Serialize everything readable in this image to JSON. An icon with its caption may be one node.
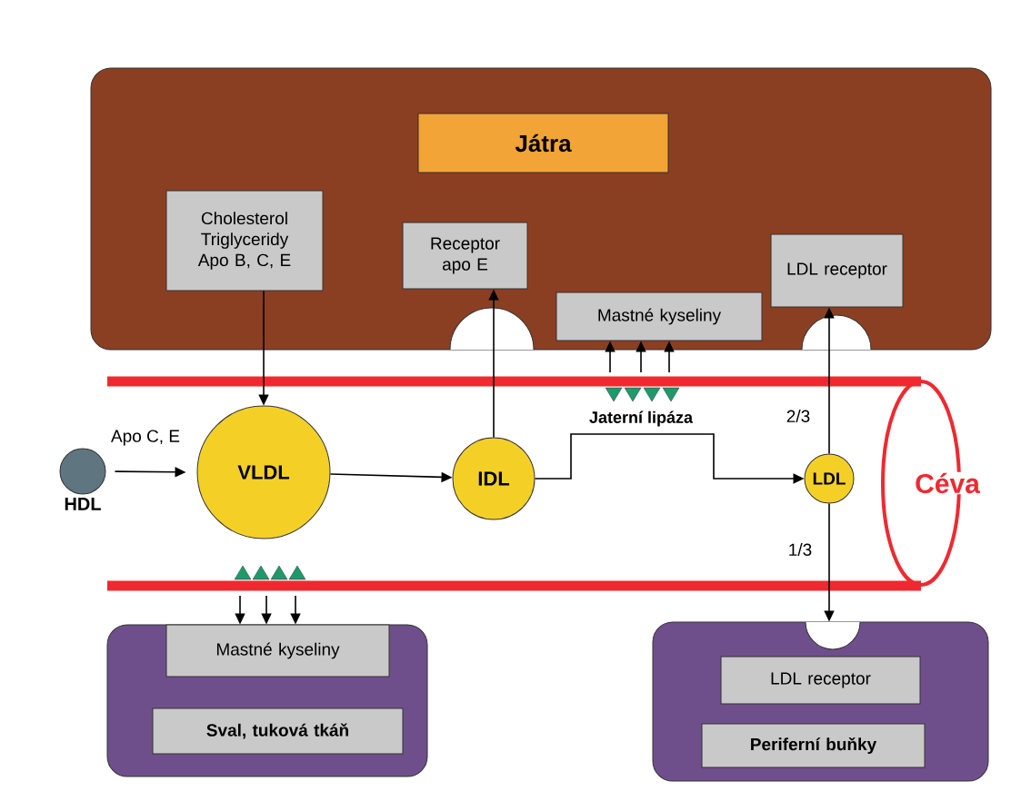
{
  "diagram": {
    "nodes": [
      {
        "text": [],
        "shape": "box"
      },
      {
        "text": [
          "Játra"
        ],
        "in": 0
      },
      {
        "text": [
          "Cholesterol Triglyceridy Apo B, C, E"
        ],
        "in": 0
      },
      {
        "text": [
          "Receptor apo E"
        ],
        "in": 0
      },
      {
        "text": [
          "Mastné kyseliny"
        ],
        "in": 0
      },
      {
        "text": [
          "LDL receptor"
        ],
        "in": 0
      },
      {
        "text": [
          "HDL"
        ]
      },
      {
        "text": [
          "VLDL"
        ]
      },
      {
        "text": [
          "IDL"
        ]
      },
      {
        "text": [
          "LDL"
        ]
      },
      {
        "text": [],
        "shape": "box"
      },
      {
        "text": [
          "Mastné kyseliny"
        ],
        "in": 10
      },
      {
        "text": [
          "Sval, tuková tkáň"
        ],
        "in": 10
      },
      {
        "text": [],
        "shape": "box"
      },
      {
        "text": [
          "LDL receptor"
        ],
        "in": 13
      },
      {
        "text": [
          "Periferní buňky"
        ],
        "in": 13
      }
    ],
    "edges": [
      {
        "from": 6,
        "to": 7,
        "arrow": "to",
        "label": "Apo C, E"
      },
      {
        "from": 2,
        "to": 7,
        "arrow": "to"
      },
      {
        "from": 7,
        "to": 8,
        "arrow": "to"
      },
      {
        "from": 8,
        "to": 3,
        "arrow": "to"
      },
      {
        "from": 8,
        "to": 9,
        "arrow": "to"
      },
      {
        "from": 9,
        "to": 5,
        "arrow": "to",
        "label": "2/3"
      },
      {
        "from": 9,
        "to": 13,
        "arrow": "to",
        "label": "1/3"
      },
      {
        "from": null,
        "to": 4,
        "arrow": "to"
      },
      {
        "from": null,
        "to": 4,
        "arrow": "to"
      },
      {
        "from": null,
        "to": 4,
        "arrow": "to"
      },
      {
        "from": null,
        "to": 11,
        "arrow": "to"
      },
      {
        "from": null,
        "to": 11,
        "arrow": "to"
      },
      {
        "from": null,
        "to": 11,
        "arrow": "to"
      }
    ],
    "labels": [
      "Jaterní lipáza",
      "Céva"
    ]
  }
}
